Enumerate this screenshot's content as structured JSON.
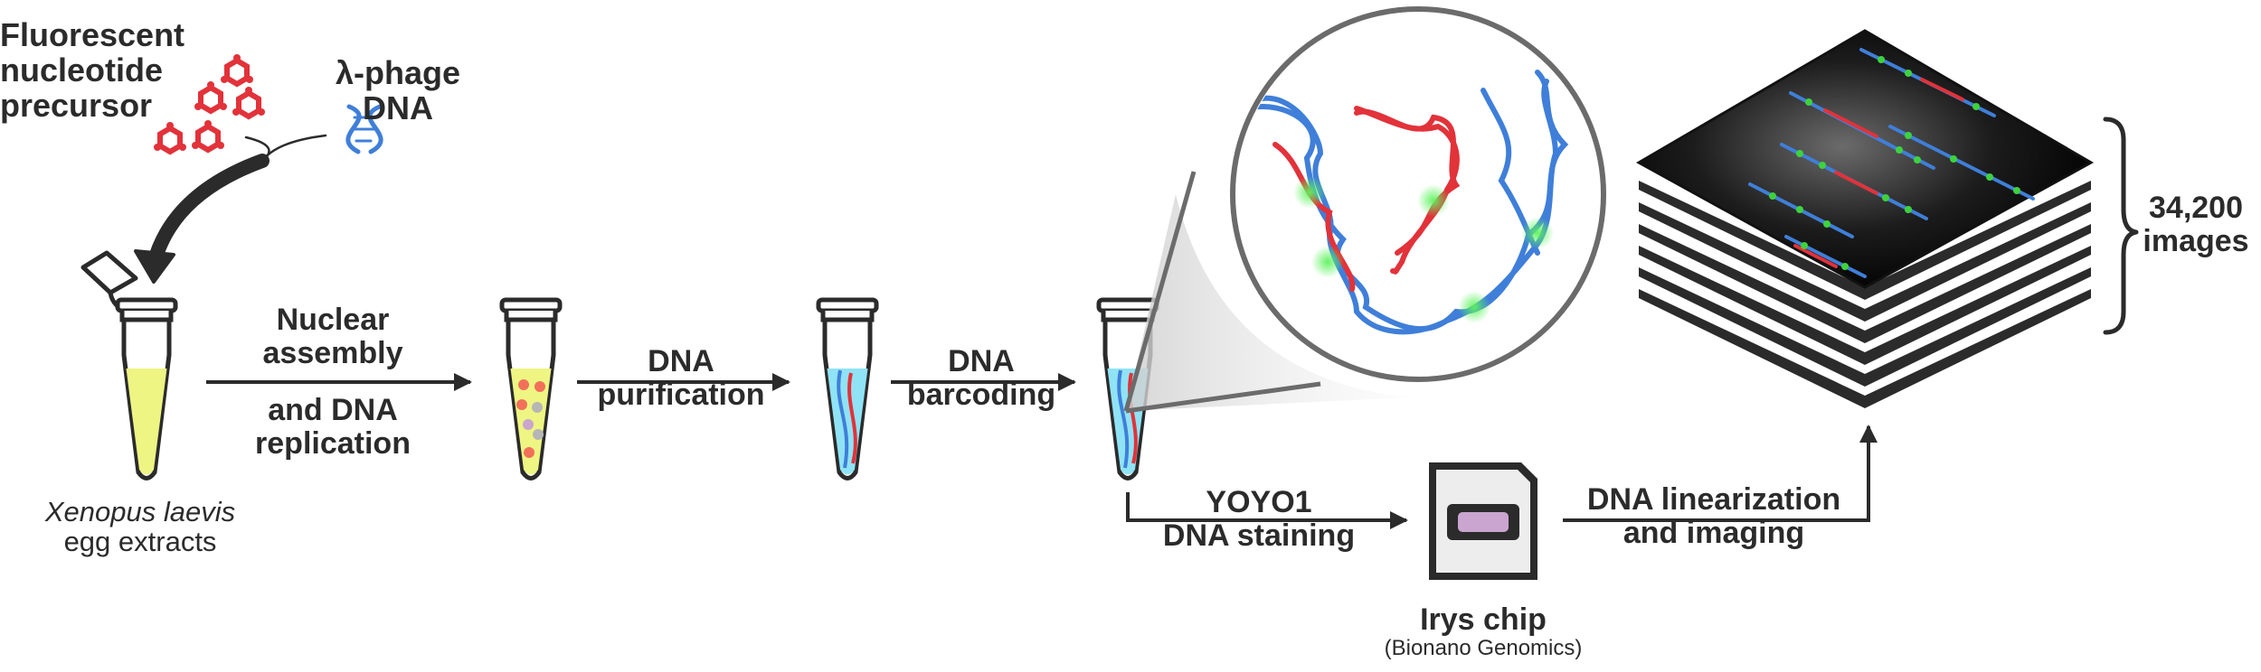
{
  "labels": {
    "fluor_line1": "Fluorescent",
    "fluor_line2": "nucleotide",
    "fluor_line3": "precursor",
    "phage_line1": "λ-phage",
    "phage_line2": "DNA",
    "xenopus_line1": "Xenopus laevis",
    "xenopus_line2": "egg extracts",
    "step1_line1": "Nuclear",
    "step1_line2": "assembly",
    "step1_line3": "and DNA",
    "step1_line4": "replication",
    "step2_line1": "DNA",
    "step2_line2": "purification",
    "step3_line1": "DNA",
    "step3_line2": "barcoding",
    "step4_line1": "YOYO1",
    "step4_line2": "DNA staining",
    "chip_line1": "Irys chip",
    "chip_line2": "(Bionano Genomics)",
    "step5_line1": "DNA linearization",
    "step5_line2": "and imaging",
    "images_line1": "34,200",
    "images_line2": "images"
  },
  "colors": {
    "ink": "#2b2b2b",
    "dna_blue": "#3f7fd9",
    "dna_red": "#e2323a",
    "fluor_green": "#3ed23e",
    "extract_yellow": "#eef582",
    "buffer_cyan": "#8fe3f5",
    "chip_purple": "#c9a5cf"
  }
}
